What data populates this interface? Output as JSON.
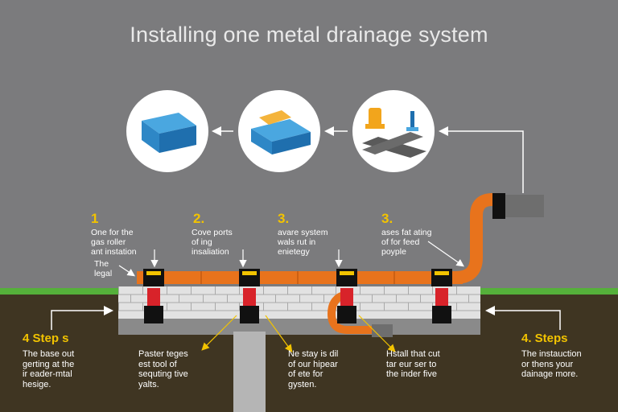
{
  "title": "Installing one metal drainage system",
  "steps": [
    {
      "number": "1",
      "label": "One for the\ngas roller\nant instation"
    },
    {
      "number": "2.",
      "label": "Cove ports\nof ing\ninsaliation"
    },
    {
      "number": "3.",
      "label": "avare system\nwals rut in\nenietegy"
    },
    {
      "number": "3.",
      "label": "ases fat ating\nof for feed\npoyple"
    }
  ],
  "side_note": "The\nlegal",
  "bottom_left": {
    "title": "4 Step s",
    "text": "The base out\ngerting at the\nir eader-mtal\nhesige."
  },
  "bottom_notes": [
    "Paster teges\nest tool of\nsequting tive\nyalts.",
    "Ne stay is dil\nof our hipear\nof ete for\ngysten.",
    "Hstall that cut\ntar eur ser to\nthe inder five"
  ],
  "bottom_right": {
    "title": "4. Steps",
    "text": "The instauction\nor thens your\ndainage more."
  },
  "colors": {
    "background": "#7b7b7d",
    "pipe": "#e8731c",
    "accent": "#f2c300",
    "soil": "#3f3522",
    "grass": "#55b03a",
    "brick": "#d9d9d9"
  },
  "icons": [
    "blue-block-icon",
    "block-with-plate-icon",
    "pipe-fitting-tools-icon"
  ]
}
